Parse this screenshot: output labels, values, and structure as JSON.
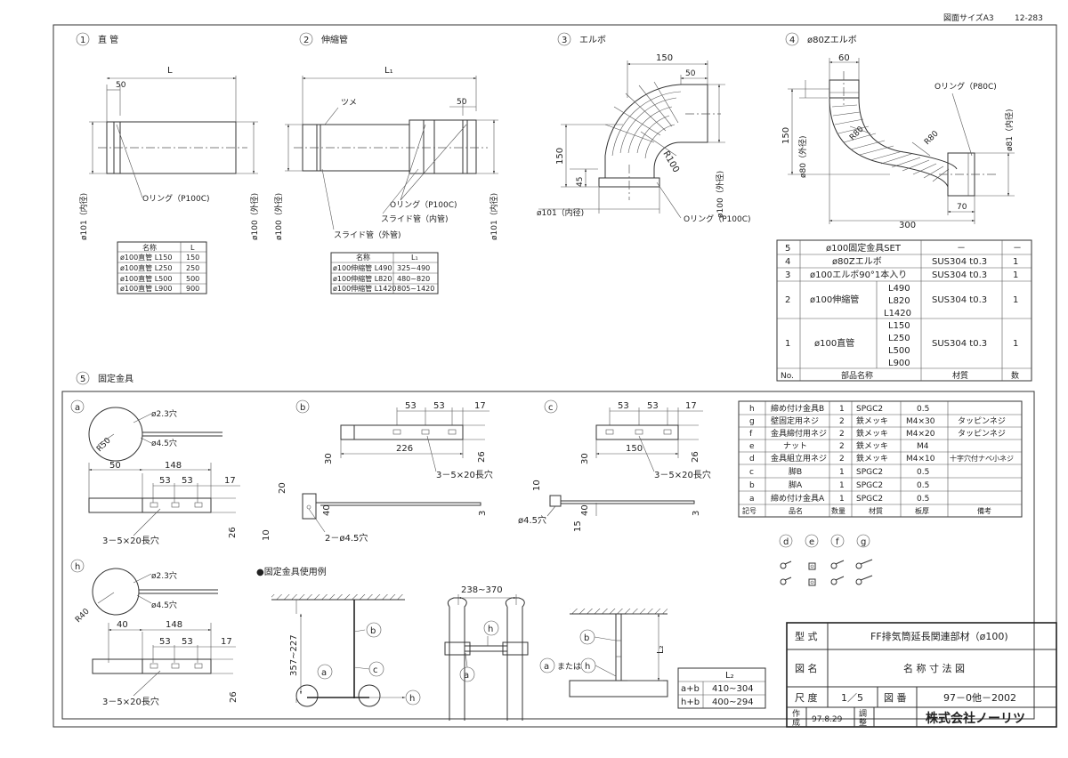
{
  "header": {
    "paper_size": "図面サイズA3",
    "sheet_code": "12-283"
  },
  "views": {
    "v1": {
      "num": "1",
      "title": "直 管",
      "dim_L": "L",
      "dim_50": "50",
      "oring": "Oリング（P100C)",
      "dia_in": "ø101（内径)",
      "dia_out": "ø100（外径)"
    },
    "v2": {
      "num": "2",
      "title": "伸縮管",
      "dim_L1": "L₁",
      "dim_50": "50",
      "tsume": "ツメ",
      "oring": "Oリング（P100C)",
      "slide_in": "スライド管（内管)",
      "slide_out": "スライド管（外管)",
      "dia_out": "ø100（外径)",
      "dia_in": "ø101（内径)"
    },
    "v3": {
      "num": "3",
      "title": "エルボ",
      "dim_150": "150",
      "dim_50": "50",
      "dim_150v": "150",
      "dim_45": "45",
      "radius": "R100",
      "dia_in": "ø101（内径)",
      "dia_out": "ø100（外径)",
      "oring": "Oリング（P100C)"
    },
    "v4": {
      "num": "4",
      "title": "ø80Zエルボ",
      "dim_60": "60",
      "oring": "Oリング（P80C)",
      "dim_150": "150",
      "r1": "R80",
      "r2": "R80",
      "dia_out": "ø80（外径)",
      "dia_in": "ø81（内径)",
      "dim_300": "300",
      "dim_70": "70"
    },
    "v5": {
      "num": "5",
      "title": "固定金具"
    }
  },
  "table1": {
    "headers": [
      "名称",
      "L"
    ],
    "rows": [
      [
        "ø100直管 L150",
        "150"
      ],
      [
        "ø100直管 L250",
        "250"
      ],
      [
        "ø100直管 L500",
        "500"
      ],
      [
        "ø100直管 L900",
        "900"
      ]
    ]
  },
  "table2": {
    "headers": [
      "名称",
      "L₁"
    ],
    "rows": [
      [
        "ø100伸縮管 L490",
        "325~490"
      ],
      [
        "ø100伸縮管 L820",
        "480~820"
      ],
      [
        "ø100伸縮管 L1420",
        "805~1420"
      ]
    ]
  },
  "parts": {
    "rows": [
      {
        "no": "5",
        "name": "ø100固定金具SET",
        "spec": "",
        "mat": "－",
        "qty": "－"
      },
      {
        "no": "4",
        "name": "ø80Zエルボ",
        "spec": "",
        "mat": "SUS304 t0.3",
        "qty": "1"
      },
      {
        "no": "3",
        "name": "ø100エルボ90°1本入り",
        "spec": "",
        "mat": "SUS304 t0.3",
        "qty": "1"
      },
      {
        "no": "2",
        "name": "ø100伸縮管",
        "spec": "L490\nL820\nL1420",
        "mat": "SUS304 t0.3",
        "qty": "1"
      },
      {
        "no": "1",
        "name": "ø100直管",
        "spec": "L150\nL250\nL500\nL900",
        "mat": "SUS304 t0.3",
        "qty": "1"
      }
    ],
    "footer": {
      "no": "No.",
      "name": "部品名称",
      "mat": "材質",
      "qty": "数"
    }
  },
  "bracket_table": {
    "rows": [
      [
        "h",
        "締め付け金具B",
        "1",
        "SPGC2",
        "0.5",
        ""
      ],
      [
        "g",
        "壁固定用ネジ",
        "2",
        "鉄メッキ",
        "M4×30",
        "タッピンネジ"
      ],
      [
        "f",
        "金具締付用ネジ",
        "2",
        "鉄メッキ",
        "M4×20",
        "タッピンネジ"
      ],
      [
        "e",
        "ナット",
        "2",
        "鉄メッキ",
        "M4",
        ""
      ],
      [
        "d",
        "金具組立用ネジ",
        "2",
        "鉄メッキ",
        "M4×10",
        "十字穴付ナベ小ネジ"
      ],
      [
        "c",
        "脚B",
        "1",
        "SPGC2",
        "0.5",
        ""
      ],
      [
        "b",
        "脚A",
        "1",
        "SPGC2",
        "0.5",
        ""
      ],
      [
        "a",
        "締め付け金具A",
        "1",
        "SPGC2",
        "0.5",
        ""
      ]
    ],
    "footer": [
      "記号",
      "品名",
      "数量",
      "材質",
      "板厚",
      "備考"
    ]
  },
  "brackets": {
    "a": {
      "tag": "a",
      "hole1": "ø2.3穴",
      "hole2": "ø4.5穴",
      "radius": "R50",
      "d50": "50",
      "d148": "148",
      "d53a": "53",
      "d53b": "53",
      "d17": "17",
      "d26": "26",
      "slot": "3－5×20長穴"
    },
    "b": {
      "tag": "b",
      "d53a": "53",
      "d53b": "53",
      "d17": "17",
      "d226": "226",
      "d30": "30",
      "d26": "26",
      "slot": "3－5×20長穴",
      "d20": "20",
      "d40": "40",
      "d10": "10",
      "d3": "3",
      "holes": "2－ø4.5穴"
    },
    "c": {
      "tag": "c",
      "d53a": "53",
      "d53b": "53",
      "d17": "17",
      "d150": "150",
      "d30": "30",
      "d26": "26",
      "slot": "3－5×20長穴",
      "d10": "10",
      "d40": "40",
      "d15": "15",
      "d3": "3",
      "hole": "ø4.5穴"
    },
    "h": {
      "tag": "h",
      "hole1": "ø2.3穴",
      "hole2": "ø4.5穴",
      "radius": "R40",
      "d40": "40",
      "d148": "148",
      "d53a": "53",
      "d53b": "53",
      "d17": "17",
      "d26": "26",
      "slot": "3－5×20長穴"
    }
  },
  "small_parts": [
    "d",
    "e",
    "f",
    "g"
  ],
  "usage": {
    "title": "●固定金具使用例",
    "d357": "357~227",
    "d238": "238~370",
    "l2": "L₂",
    "or_text": "または",
    "tags": [
      "b",
      "a",
      "c",
      "h"
    ]
  },
  "l2_table": {
    "header": "L₂",
    "rows": [
      [
        "a+b",
        "410~304"
      ],
      [
        "h+b",
        "400~294"
      ]
    ]
  },
  "title_block": {
    "model_label": "型 式",
    "model_value": "FF排気筒延長関連部材（ø100)",
    "drawing_label": "図 名",
    "drawing_value": "名 称 寸 法 図",
    "scale_label": "尺 度",
    "scale_value": "1／5",
    "number_label": "図 番",
    "number_value": "97－0他－2002",
    "made_label1": "作",
    "made_label2": "成",
    "date": "97.8.29",
    "check_label1": "調",
    "check_label2": "整",
    "company": "株式会社ノーリツ"
  }
}
